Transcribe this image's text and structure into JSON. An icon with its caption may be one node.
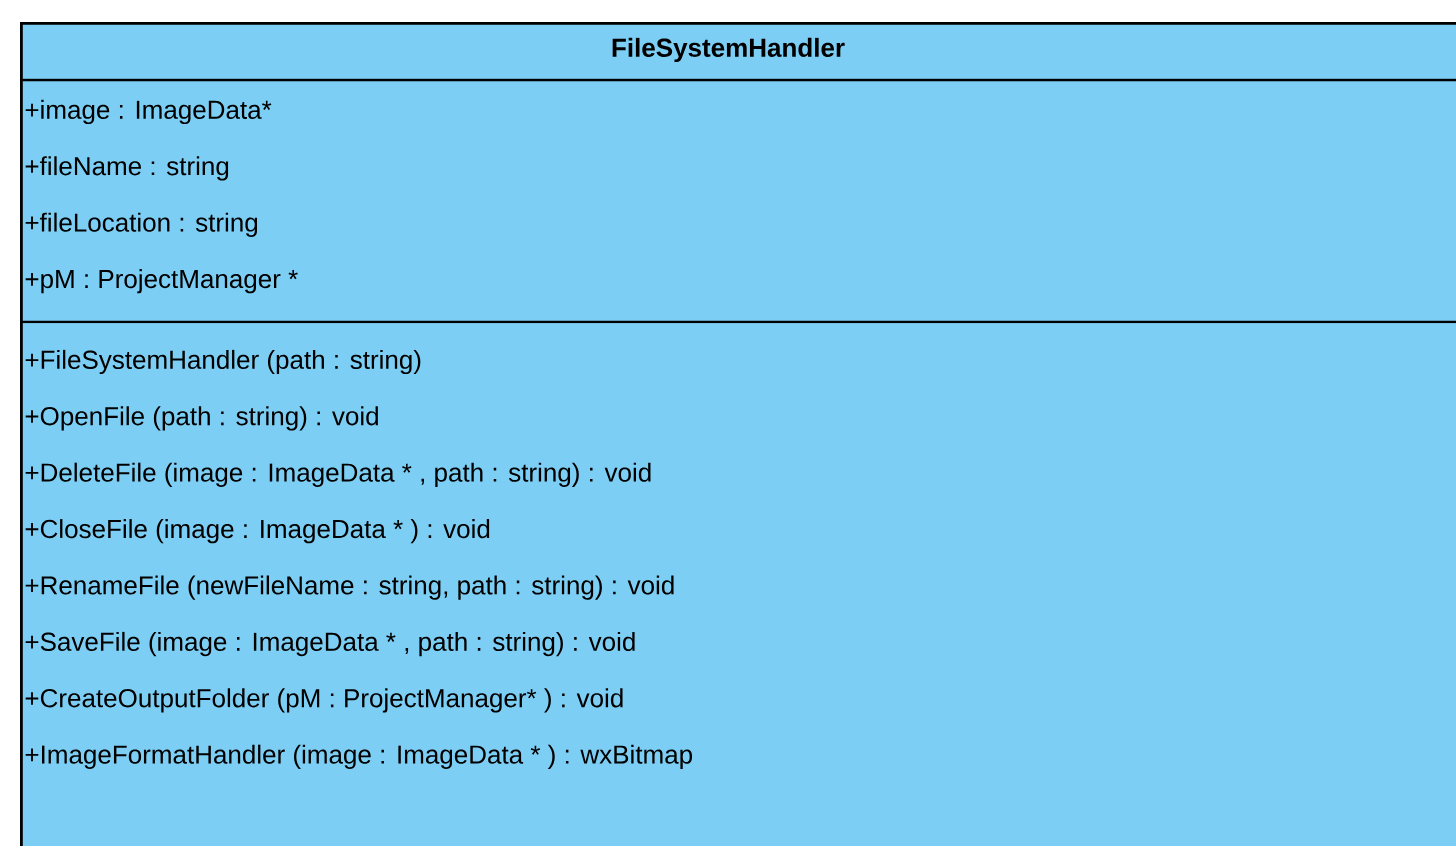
{
  "diagram": {
    "nodes": [
      {
        "text": [
          "FileSystemHandler",
          "+image : ImageData*",
          "+fileName : string",
          "+fileLocation : string",
          "+pM : ProjectManager *",
          "+FileSystemHandler (path : string)",
          "+OpenFile (path : string) : void",
          "+DeleteFile (image : ImageData * , path : string) : void",
          "+CloseFile (image : ImageData * ) : void",
          "+RenameFile (newFileName : string, path : string) : void",
          "+SaveFile (image : ImageData * , path : string) : void",
          "+CreateOutputFolder (pM : ProjectManager* ) : void",
          "+ImageFormatHandler (image : ImageData * ) : wxBitmap"
        ]
      }
    ]
  }
}
